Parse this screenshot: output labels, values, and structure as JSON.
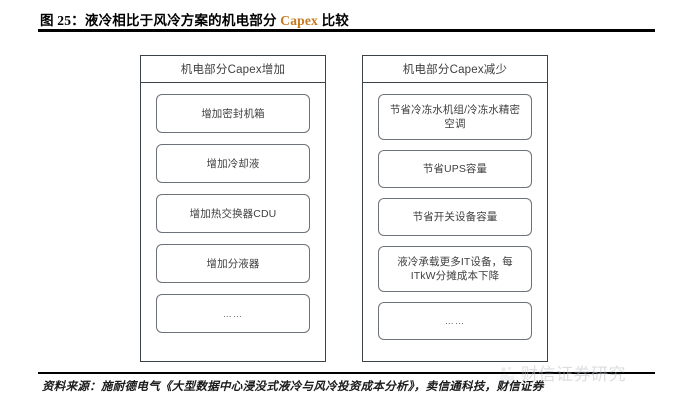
{
  "figure": {
    "title_prefix": "图 25：液冷相比于风冷方案的机电部分 ",
    "title_capex": "Capex",
    "title_suffix": " 比较",
    "full_title": "图 25：液冷相比于风冷方案的机电部分 Capex 比较"
  },
  "diagram": {
    "columns": [
      {
        "id": "capex-increase",
        "header": "机电部分Capex增加",
        "items": [
          {
            "label": "增加密封机箱",
            "lines": 1
          },
          {
            "label": "增加冷却液",
            "lines": 1
          },
          {
            "label": "增加热交换器CDU",
            "lines": 1
          },
          {
            "label": "增加分液器",
            "lines": 1
          },
          {
            "label": "……",
            "lines": 1
          }
        ]
      },
      {
        "id": "capex-decrease",
        "header": "机电部分Capex减少",
        "items": [
          {
            "label": "节省冷冻水机组/冷冻水精密空调",
            "lines": 2
          },
          {
            "label": "节省UPS容量",
            "lines": 1
          },
          {
            "label": "节省开关设备容量",
            "lines": 1
          },
          {
            "label": "液冷承载更多IT设备，每ITkW分摊成本下降",
            "lines": 2
          },
          {
            "label": "……",
            "lines": 1
          }
        ]
      }
    ]
  },
  "source": {
    "label": "资料来源：",
    "text": "资料来源：施耐德电气《大型数据中心浸没式液冷与风冷投资成本分析》，卖信通科技，财信证券"
  },
  "watermark": {
    "text": "财信证券研究",
    "logo_name": "caixin-securities-logo"
  },
  "colors": {
    "title_accent": "#c8781e",
    "rule": "#000000",
    "box_border": "#3b4148",
    "card_border": "#6c7278",
    "text": "#3f3f3f",
    "watermark": "#b9bcc0"
  }
}
